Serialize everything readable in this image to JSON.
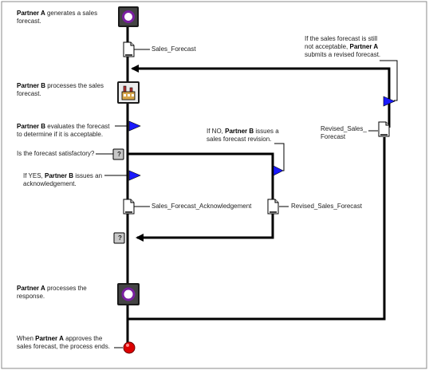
{
  "steps": {
    "generate": {
      "actor": "Partner A",
      "line1": " generates a sales",
      "line2": "forecast."
    },
    "process_b": {
      "actor": "Partner B",
      "line1": " processes the sales",
      "line2": "forecast."
    },
    "evaluate": {
      "actor": "Partner B",
      "line1": " evaluates the forecast",
      "line2": "to determine if it is acceptable."
    },
    "question": {
      "text": "Is the forecast satisfactory?"
    },
    "yes": {
      "prefix": "If YES, ",
      "actor": "Partner B",
      "line1": " issues an",
      "line2": "acknowledgement."
    },
    "no": {
      "prefix": "If NO, ",
      "actor": "Partner B",
      "line1": " issues a",
      "line2": "sales forecast revision."
    },
    "revised_submit": {
      "line1": "If the sales forecast is still",
      "line2_pre": "not acceptable, ",
      "actor": "Partner A",
      "line3": "submits a revised forecast."
    },
    "process_a": {
      "actor": "Partner A",
      "line1": " processes the",
      "line2": "response."
    },
    "end": {
      "pre": "When ",
      "actor": "Partner A",
      "line1": " approves the",
      "line2": "sales forecast, the process ends."
    }
  },
  "documents": {
    "sales_forecast": "Sales_Forecast",
    "acknowledgement": "Sales_Forecast_Acknowledgement",
    "revised_main": "Revised_Sales_Forecast",
    "revised_side_line1": "Revised_Sales_",
    "revised_side_line2": "Forecast"
  },
  "decision_marker": "?",
  "colors": {
    "line": "#000000",
    "flag": "#1a1aff",
    "activity_ring": "#7a1fa2",
    "end_dot": "#dd0000",
    "decision_fill": "#c8c8c8"
  }
}
